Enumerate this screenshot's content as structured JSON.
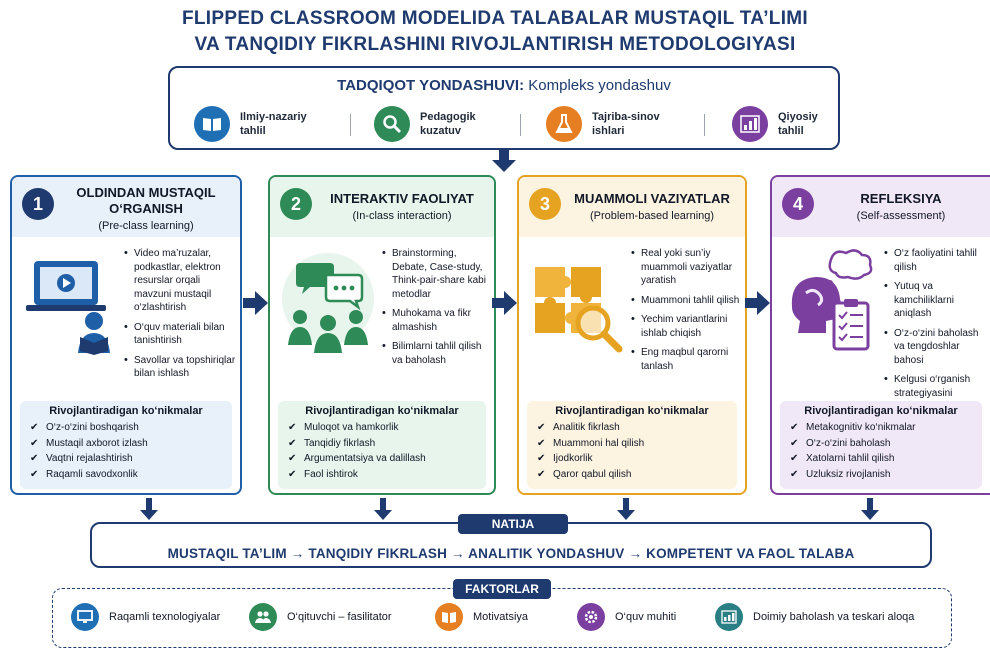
{
  "header": {
    "title_line1": "FLIPPED CLASSROOM MODELIDA TALABALAR MUSTAQIL TA’LIMI",
    "title_line2": "VA TANQIDIY FIKRLASHINI RIVOJLANTIRISH METODOLOGIYASI"
  },
  "approach": {
    "title_bold": "TADQIQOT YONDASHUVI:",
    "title_rest": "Kompleks yondashuv",
    "methods": [
      {
        "line1": "Ilmiy-nazariy",
        "line2": "tahlil",
        "icon": "book-icon",
        "color": "#1f6fb5"
      },
      {
        "line1": "Pedagogik",
        "line2": "kuzatuv",
        "icon": "magnifier-icon",
        "color": "#2e8b57"
      },
      {
        "line1": "Tajriba-sinov",
        "line2": "ishlari",
        "icon": "flask-icon",
        "color": "#e67e22"
      },
      {
        "line1": "Qiyosiy",
        "line2": "tahlil",
        "icon": "bar-chart-icon",
        "color": "#7b3fa0"
      }
    ]
  },
  "stages": [
    {
      "number": "1",
      "title_line1": "OLDINDAN MUSTAQIL",
      "title_line2": "O‘RGANISH",
      "subtitle": "(Pre-class learning)",
      "color": "#1f5fa8",
      "head_bg": "#e8f0fa",
      "skills_bg": "#e8f0fa",
      "illustration": "laptop-video-student-icon",
      "bullets": [
        "Video ma’ruzalar, podkastlar, elektron resurslar orqali mavzuni mustaqil o‘zlashtirish",
        "O‘quv materiali bilan tanishtirish",
        "Savollar va topshiriqlar bilan ishlash"
      ],
      "skills_title": "Rivojlantiradigan ko‘nikmalar",
      "skills": [
        "O‘z-o‘zini boshqarish",
        "Mustaqil axborot izlash",
        "Vaqtni rejalashtirish",
        "Raqamli savodxonlik"
      ]
    },
    {
      "number": "2",
      "title_line1": "INTERAKTIV FAOLIYAT",
      "title_line2": "",
      "subtitle": "(In-class interaction)",
      "color": "#2e8b57",
      "head_bg": "#e8f5ec",
      "skills_bg": "#e8f5ec",
      "illustration": "group-discussion-icon",
      "bullets": [
        "Brainstorming, Debate, Case-study, Think-pair-share kabi metodlar",
        "Muhokama va fikr almashish",
        "Bilimlarni tahlil qilish va baholash"
      ],
      "skills_title": "Rivojlantiradigan ko‘nikmalar",
      "skills": [
        "Muloqot va hamkorlik",
        "Tanqidiy fikrlash",
        "Argumentatsiya va dalillash",
        "Faol ishtirok"
      ]
    },
    {
      "number": "3",
      "title_line1": "MUAMMOLI VAZIYATLAR",
      "title_line2": "",
      "subtitle": "(Problem-based learning)",
      "color": "#e5a321",
      "head_bg": "#fdf3e1",
      "skills_bg": "#fdf3e1",
      "illustration": "puzzle-magnifier-icon",
      "bullets": [
        "Real yoki sun’iy muammoli vaziyatlar yaratish",
        "Muammoni tahlil qilish",
        "Yechim variantlarini ishlab chiqish",
        "Eng maqbul qarorni tanlash"
      ],
      "skills_title": "Rivojlantiradigan ko‘nikmalar",
      "skills": [
        "Analitik fikrlash",
        "Muammoni hal qilish",
        "Ijodkorlik",
        "Qaror qabul qilish"
      ]
    },
    {
      "number": "4",
      "title_line1": "REFLEKSIYA",
      "title_line2": "",
      "subtitle": "(Self-assessment)",
      "color": "#7b3fa0",
      "head_bg": "#f1e8f7",
      "skills_bg": "#f1e8f7",
      "illustration": "head-thought-checklist-icon",
      "bullets": [
        "O‘z faoliyatini tahlil qilish",
        "Yutuq va kamchiliklarni aniqlash",
        "O‘z-o‘zini baholash va tengdoshlar bahosi",
        "Kelgusi o‘rganish strategiyasini belgilash"
      ],
      "skills_title": "Rivojlantiradigan ko‘nikmalar",
      "skills": [
        "Metakognitiv ko‘nikmalar",
        "O‘z-o‘zini baholash",
        "Xatolarni tahlil qilish",
        "Uzluksiz rivojlanish"
      ]
    }
  ],
  "result": {
    "tag": "NATIJA",
    "text": "MUSTAQIL TA’LIM → TANQIDIY FIKRLASH → ANALITIK YONDASHUV → KOMPETENT VA FAOL TALABA"
  },
  "factors": {
    "tag": "FAKTORLAR",
    "items": [
      {
        "label": "Raqamli texnologiyalar",
        "icon": "monitor-icon",
        "color": "#1f6fb5"
      },
      {
        "label": "O‘qituvchi – fasilitator",
        "icon": "people-icon",
        "color": "#2e8b57"
      },
      {
        "label": "Motivatsiya",
        "icon": "book-icon",
        "color": "#e67e22"
      },
      {
        "label": "O‘quv muhiti",
        "icon": "gear-icon",
        "color": "#7b3fa0"
      },
      {
        "label": "Doimiy baholash va teskari aloqa",
        "icon": "bar-chart-icon",
        "color": "#2a7f84"
      }
    ]
  }
}
